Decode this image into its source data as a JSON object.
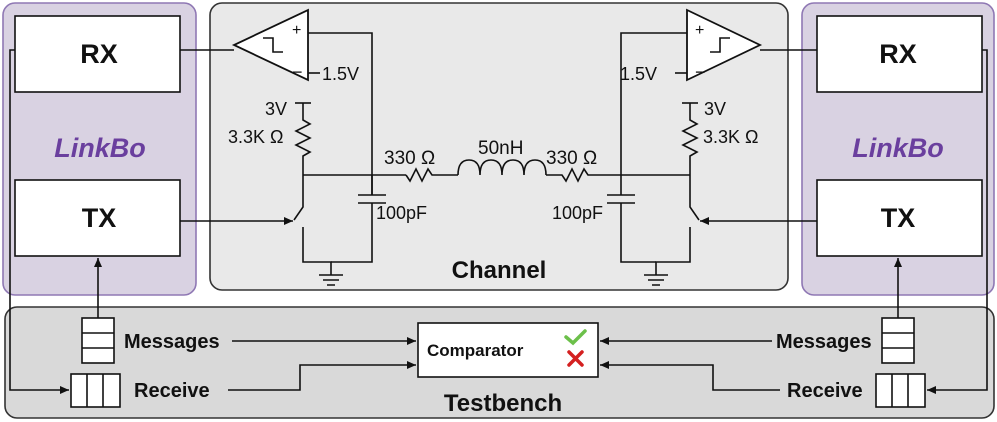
{
  "left_node": {
    "rx_label": "RX",
    "brand": "LinkBo",
    "tx_label": "TX"
  },
  "right_node": {
    "rx_label": "RX",
    "brand": "LinkBo",
    "tx_label": "TX"
  },
  "channel": {
    "title": "Channel",
    "left_comp": {
      "plus": "+",
      "minus": "−",
      "vref": "1.5V",
      "vsupply": "3V",
      "pullup": "3.3K Ω",
      "cap": "100pF"
    },
    "right_comp": {
      "plus": "+",
      "minus": "−",
      "vref": "1.5V",
      "vsupply": "3V",
      "pullup": "3.3K Ω",
      "cap": "100pF"
    },
    "r_left": "330 Ω",
    "inductor": "50nH",
    "r_right": "330 Ω"
  },
  "testbench": {
    "title": "Testbench",
    "comparator": "Comparator",
    "left_messages": "Messages",
    "left_receive": "Receive",
    "right_messages": "Messages",
    "right_receive": "Receive"
  },
  "colors": {
    "node_fill": "#d9d2e2",
    "node_border": "#8f78b4",
    "brand": "#6a3f9e",
    "panel_fill": "#d9d9d9",
    "check": "#6cc04a",
    "cross": "#d42020"
  }
}
